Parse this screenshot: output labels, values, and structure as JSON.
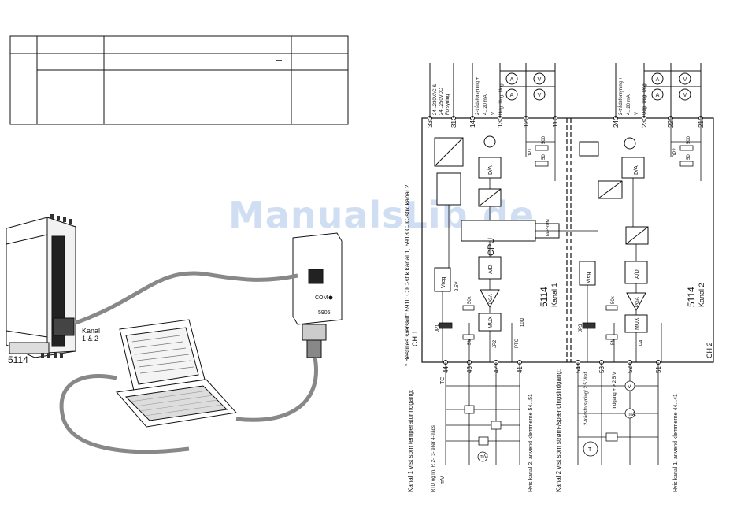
{
  "watermark": "ManualsLib.de",
  "module_label": "5114",
  "module_channel_label": "Kanal\n1 & 2",
  "interface_label": "5905",
  "interface_com_label": "COM",
  "schematic": {
    "order_note": "* Bestilles særskilt: 5910 CJC-stik kanal 1, 5913 CJC-stik kanal 2.",
    "cpu_label": "CPU",
    "eeprom_label": "EEPROM",
    "device_label_ch1": "5114",
    "kanal1": "Kanal 1",
    "device_label_ch2": "5114",
    "kanal2": "Kanal 2",
    "ch1": "CH 1",
    "ch2": "CH 2",
    "da": "D/A",
    "ad": "A/D",
    "mux": "MUX",
    "pga": "PGA",
    "vreg": "Vreg",
    "supply_top": "24...230VAC &\n24...250VDC\nForsyning",
    "terminals_top": [
      "33",
      "31",
      "14",
      "13",
      "12",
      "11",
      "24",
      "23",
      "22",
      "21"
    ],
    "terminals_bottom": [
      "44",
      "43",
      "42",
      "41",
      "54",
      "53",
      "52",
      "51"
    ],
    "out_labels_top1": [
      "2-trådsforsyning +",
      "4...20 mA",
      "V",
      "Udg. Udg. Udg."
    ],
    "out_labels_top2": [
      "2-trådsforsyning +",
      "4...20 mA",
      "V",
      "Udg. Udg. Udg."
    ],
    "dp1": "DP1",
    "dp2": "DP2",
    "res500": "500",
    "res50": "50",
    "res5m": "5M",
    "res50k": "50k",
    "res10": "10Ω",
    "ptc": "PTC",
    "v25": "2.5V",
    "jp1": "JP1",
    "jp2": "JP2",
    "jp3": "JP3",
    "jp4": "JP4",
    "ch1_bottom_title": "Kanal 1 vist som\ntemperaturindgang:",
    "ch1_bottom_sub": "RTD og lin. R\n2-, 3- eller\n4-tråds",
    "ch1_tc": "TC",
    "ch1_mv": "mV",
    "ch1_note": "Hvis kanal 2, anvend\nklemmerne 54...51",
    "ch2_bottom_title": "Kanal 2 vist som\nstrøm-/spændingsindgang:",
    "ch2_sub": "2-trådsforsyning/\n2.5 Vref.",
    "ch2_in": "Indgang +\n> 2.5 V",
    "ch2_note": "Hvis kanal 1, anvend\nklemmerne 44...41"
  }
}
